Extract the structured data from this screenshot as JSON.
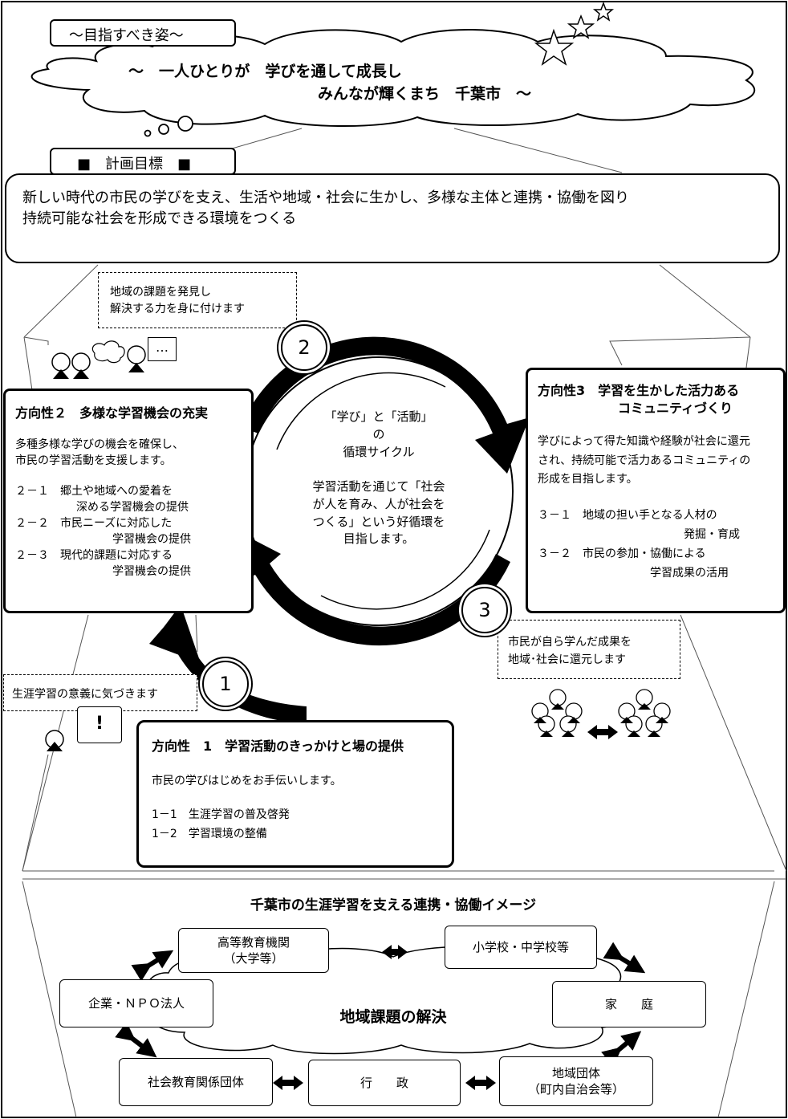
{
  "vision": {
    "label": "〜目指すべき姿〜",
    "line1": "〜　一人ひとりが　学びを通して成長し",
    "line2": "みんなが輝くまち　千葉市　〜"
  },
  "goal": {
    "label": "■　計画目標　■",
    "line1": "新しい時代の市民の学びを支え、生活や地域・社会に生かし、多様な主体と連携・協働を図り",
    "line2": "持続可能な社会を形成できる環境をつくる"
  },
  "callouts": {
    "discover_line1": "地域の課題を発見し",
    "discover_line2": "解決する力を身に付けます",
    "return_line1": "市民が自ら学んだ成果を",
    "return_line2": "地域･社会に還元します",
    "aware": "生涯学習の意義に気づきます",
    "speech_dots": "…",
    "exclaim": "!"
  },
  "cycle": {
    "line1": "「学び」と「活動」",
    "line2": "の",
    "line3": "循環サイクル",
    "body": "学習活動を通じて「社会\nが人を育み、人が社会を\nつくる」という好循環を\n目指します。",
    "n1": "1",
    "n2": "2",
    "n3": "3"
  },
  "direction1": {
    "title": "方向性　1　学習活動のきっかけと場の提供",
    "desc": "市民の学びはじめをお手伝いします。",
    "item1": "1－1　生涯学習の普及啓発",
    "item2": "1－2　学習環境の整備"
  },
  "direction2": {
    "title": "方向性２　多様な学習機会の充実",
    "desc1": "多種多様な学びの機会を確保し、",
    "desc2": "市民の学習活動を支援します。",
    "item1a": "２－１　郷土や地域への愛着を",
    "item1b": "深める学習機会の提供",
    "item2a": "２－２　市民ニーズに対応した",
    "item2b": "学習機会の提供",
    "item3a": "２－３　現代的課題に対応する",
    "item3b": "学習機会の提供"
  },
  "direction3": {
    "title1": "方向性3　学習を生かした活力ある",
    "title2": "コミュニティづくり",
    "desc1": "学びによって得た知識や経験が社会に還元",
    "desc2": "され、持続可能で活力あるコミュニティの",
    "desc3": "形成を目指します。",
    "item1a": "３－１　地域の担い手となる人材の",
    "item1b": "発掘・育成",
    "item2a": "３－２　市民の参加・協働による",
    "item2b": "学習成果の活用"
  },
  "partnership": {
    "title": "千葉市の生涯学習を支える連携・協働イメージ",
    "center": "地域課題の解決",
    "nodes": {
      "university": "高等教育機関\n（大学等）",
      "school": "小学校・中学校等",
      "company": "企業・ＮＰＯ法人",
      "family": "家　　庭",
      "social_org": "社会教育関係団体",
      "admin": "行　　政",
      "community": "地域団体\n（町内自治会等）"
    }
  },
  "colors": {
    "ink": "#000000",
    "paper": "#ffffff",
    "frame_line": "#555555"
  }
}
